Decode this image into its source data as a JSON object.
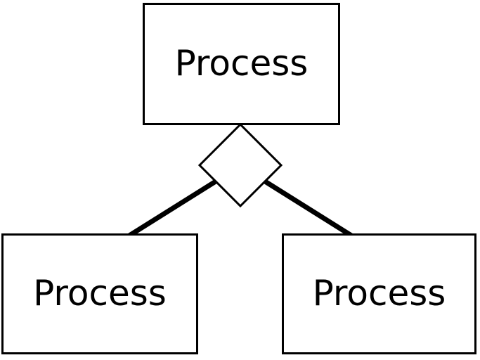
{
  "diagram": {
    "colors": {
      "background": "#ffffff",
      "stroke": "#000000",
      "node_fill": "#ffffff",
      "text": "#000000"
    },
    "nodes": {
      "parent": {
        "label": "Process"
      },
      "child_left": {
        "label": "Process"
      },
      "child_right": {
        "label": "Process"
      }
    },
    "junction": {
      "shape": "diamond"
    },
    "edges": [
      {
        "from": "parent",
        "to": "child_left"
      },
      {
        "from": "parent",
        "to": "child_right"
      }
    ]
  }
}
